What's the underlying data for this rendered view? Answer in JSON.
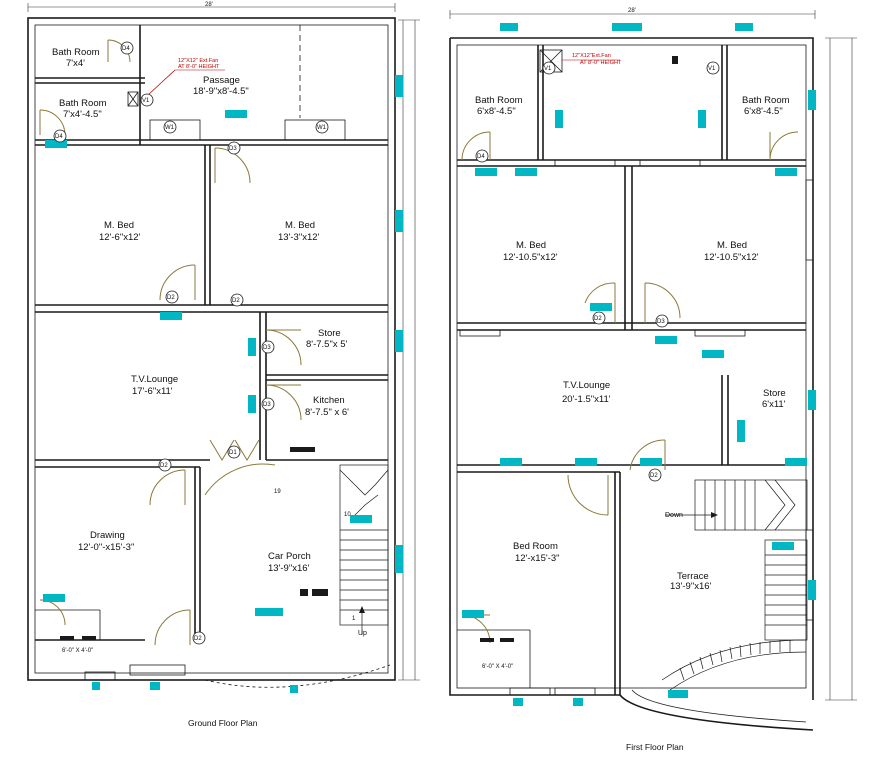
{
  "plans": {
    "ground": {
      "title": "Ground Floor Plan",
      "top_dim": "28'",
      "rooms": {
        "bath1_name": "Bath Room",
        "bath1_size": "7'x4'",
        "passage_name": "Passage",
        "passage_size": "18'-9\"x8'-4.5\"",
        "bath2_name": "Bath Room",
        "bath2_size": "7'x4'-4.5\"",
        "mbed1_name": "M. Bed",
        "mbed1_size": "12'-6\"x12'",
        "mbed2_name": "M. Bed",
        "mbed2_size": "13'-3\"x12'",
        "store_name": "Store",
        "store_size": "8'-7.5\"x 5'",
        "tv_name": "T.V.Lounge",
        "tv_size": "17'-6\"x11'",
        "kitchen_name": "Kitchen",
        "kitchen_size": "8'-7.5\" x 6'",
        "drawing_name": "Drawing",
        "drawing_size": "12'-0\"-x15'-3\"",
        "porch_name": "Car Porch",
        "porch_size": "13'-9\"x16'"
      },
      "notes": {
        "exfan_1": "12\"X12\" Ext.Fan",
        "exfan_2": "AT 8'-0\" HEIGHT",
        "window_size": "6'-0\" X 4'-0\"",
        "up": "Up",
        "step_top": "19",
        "step_bottom": "1",
        "step_mid": "10"
      },
      "doors": {
        "d1": "D1",
        "d2": "D2",
        "d3": "D3",
        "d4": "D4",
        "v1": "V1",
        "w1": "W1"
      }
    },
    "first": {
      "title": "First Floor Plan",
      "top_dim": "28'",
      "rooms": {
        "bath1_name": "Bath Room",
        "bath1_size": "6'x8'-4.5\"",
        "bath2_name": "Bath Room",
        "bath2_size": "6'x8'-4.5\"",
        "mbed1_name": "M. Bed",
        "mbed1_size": "12'-10.5\"x12'",
        "mbed2_name": "M. Bed",
        "mbed2_size": "12'-10.5\"x12'",
        "tv_name": "T.V.Lounge",
        "tv_size": "20'-1.5\"x11'",
        "store_name": "Store",
        "store_size": "6'x11'",
        "bed_name": "Bed Room",
        "bed_size": "12'-x15'-3\"",
        "terrace_name": "Terrace",
        "terrace_size": "13'-9\"x16'"
      },
      "notes": {
        "exfan_1": "12\"X12\"Ext.Fan",
        "exfan_2": "AT 8'-0\" HEIGHT",
        "window_size": "6'-0\" X 4'-0\"",
        "down": "Down"
      },
      "doors": {
        "d2": "D2",
        "d3": "D3",
        "d4": "D4",
        "v1": "V1"
      }
    }
  },
  "colors": {
    "tag": "#00b7c3",
    "door": "#8a7a3a",
    "note": "#c00000"
  }
}
